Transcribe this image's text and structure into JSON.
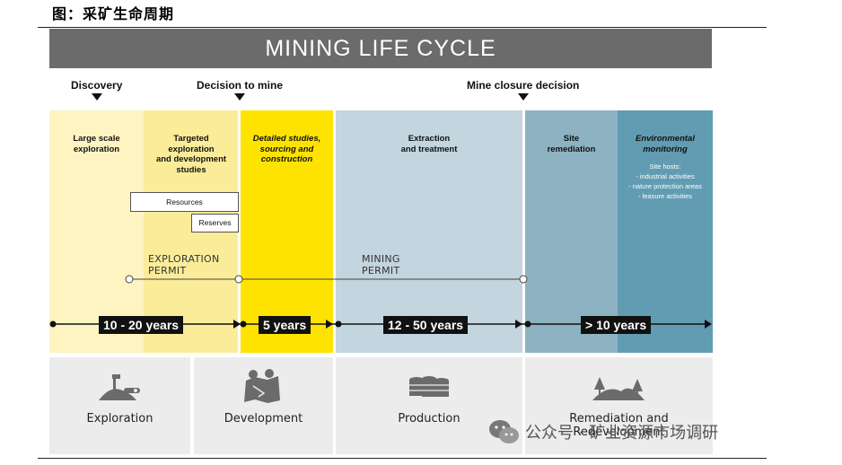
{
  "caption": "图：采矿生命周期",
  "title": "MINING LIFE CYCLE",
  "milestones": {
    "discovery": "Discovery",
    "decision": "Decision to mine",
    "closure": "Mine closure decision"
  },
  "phases": {
    "large_scale": "Large scale\nexploration",
    "targeted": "Targeted\nexploration\nand development\nstudies",
    "detailed": "Detailed studies,\nsourcing and\nconstruction",
    "extraction": "Extraction\nand treatment",
    "site_remediation": "Site\nremediation",
    "env_monitoring": "Environmental\nmonitoring"
  },
  "site_hosts": "Site hosts:\n- industrial activities\n- nature protection areas\n- leasure activities",
  "boxes": {
    "resources": "Resources",
    "reserves": "Reserves"
  },
  "permits": {
    "exploration": "EXPLORATION\nPERMIT",
    "mining": "MINING\nPERMIT"
  },
  "durations": {
    "d1": "10 - 20 years",
    "d2": "5 years",
    "d3": "12 - 50 years",
    "d4": "> 10 years"
  },
  "stages": {
    "exploration": "Exploration",
    "development": "Development",
    "production": "Production",
    "remediation": "Remediation and\nRedevelopment"
  },
  "watermark": "公众号 · 矿业资源市场调研",
  "colors": {
    "pale_yellow": "#fdf4c2",
    "light_yellow": "#fbec9a",
    "yellow": "#ffe300",
    "light_blue": "#c3d5df",
    "mid_blue": "#8db3c2",
    "dark_blue": "#629cb2",
    "title_gray": "#6b6b6b",
    "stage_gray": "#ececec"
  },
  "icons": [
    "exploration-icon",
    "development-icon",
    "production-icon",
    "remediation-icon",
    "wechat-icon"
  ]
}
